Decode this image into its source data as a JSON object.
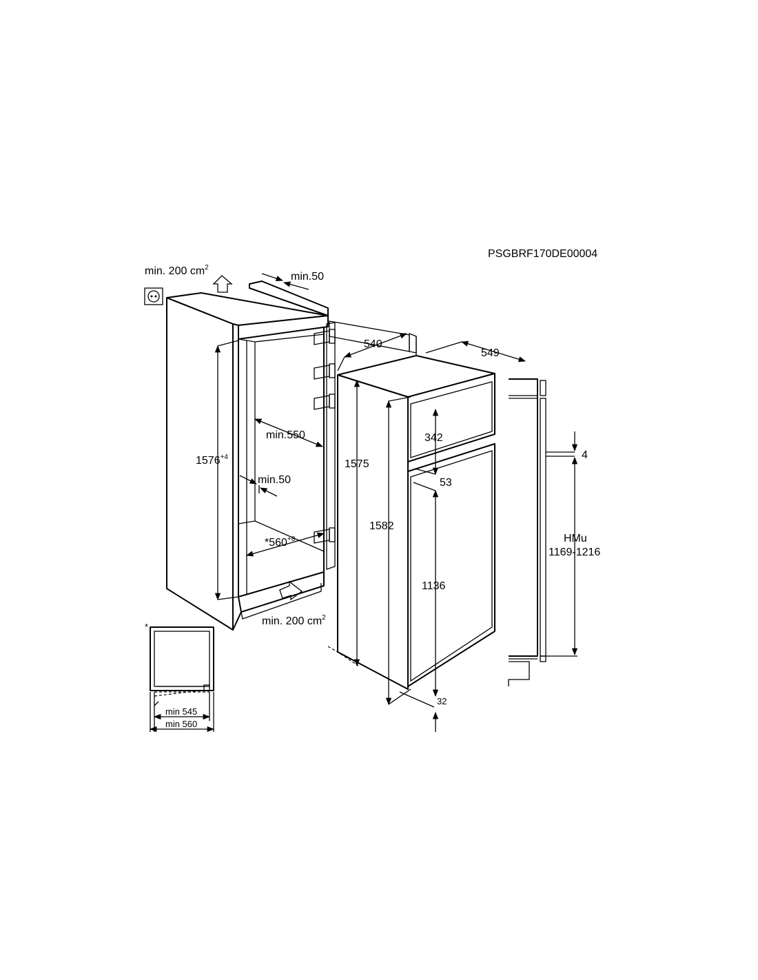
{
  "code": "PSGBRF170DE00004",
  "labels": {
    "vent_top": "min. 200 cm",
    "vent_top_sup": "2",
    "gap_top": "min.50",
    "door_width": "540",
    "depth": "549",
    "niche_height": "1576",
    "niche_height_sup": "+4",
    "niche_depth": "min.550",
    "gap_side": "min.50",
    "niche_width": "*560",
    "niche_width_sup": "+8",
    "vent_bottom": "min. 200 cm",
    "vent_bottom_sup": "2",
    "cabinet_height": "1575",
    "appliance_height": "1582",
    "freezer_door": "342",
    "door_gap": "53",
    "fridge_door": "1136",
    "bottom_gap": "32",
    "hmu_gap": "4",
    "hmu_label": "HMu",
    "hmu_range": "1169-1216",
    "inset_star": "*",
    "inset_min545": "min 545",
    "inset_min560": "min 560"
  }
}
